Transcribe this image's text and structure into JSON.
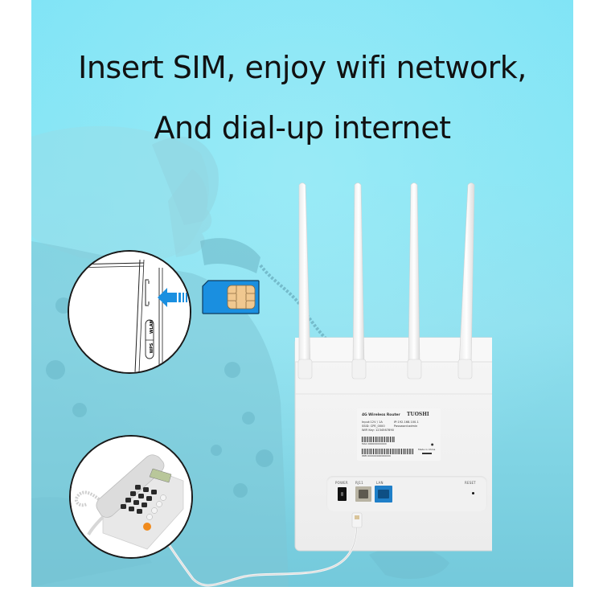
{
  "headline": {
    "line1": "Insert SIM, enjoy wifi network,",
    "line2": "And dial-up internet"
  },
  "colors": {
    "background_cyan": "#80e4f6",
    "sim_blue": "#1a8fe0",
    "sim_chip": "#f0c890",
    "arrow_blue": "#1a8fe0",
    "lan_port_blue": "#1f7fc8",
    "phone_button_orange": "#f08a1c",
    "router_white": "#f4f4f4",
    "text_dark": "#111111"
  },
  "sim_inset": {
    "button_labels": [
      "WPS",
      "WLAN"
    ],
    "arrow_icon": "arrow-left-icon",
    "sim_icon": "sim-card-icon"
  },
  "router": {
    "antenna_count": 4,
    "label": {
      "title": "4G Wireless Router",
      "brand": "TUOSHI",
      "input": "Input:12V / 1A",
      "ssid": "SSID: CPE_0000",
      "wifi_key": "WiFi Key: 1234567890",
      "ip": "IP:192.168.100.1",
      "password": "Password:admin",
      "mac": "MAC:000000000000",
      "imei": "IMEI:000000000000000",
      "origin": "Made in China"
    },
    "ports": [
      {
        "name": "POWER"
      },
      {
        "name": "RJ11"
      },
      {
        "name": "LAN"
      },
      {
        "name": "RESET"
      }
    ]
  },
  "phone_inset": {
    "icon": "desk-telephone-icon"
  }
}
